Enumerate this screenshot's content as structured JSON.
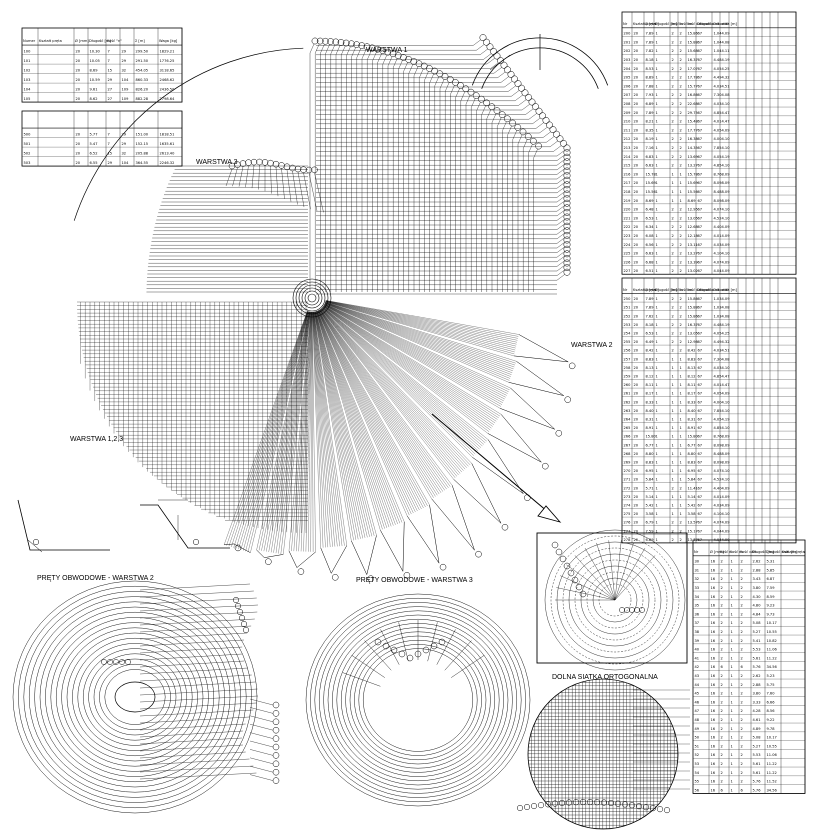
{
  "labels": {
    "warstwa1": "WARSTWA 1",
    "warstwa2": "WARSTWA 2",
    "warstwa3": "WARSTWA 3",
    "warstwa123": "WARSTWA 1,2,3",
    "prety_w2": "PRĘTY OBWODOWE - WARSTWA 2",
    "prety_w3": "PRĘTY OBWODOWE - WARSTWA 3",
    "dolna_siatka": "DOLNA SIATKA ORTOGONALNA"
  },
  "tables": {
    "top_left_header": [
      "Numer",
      "Kształt pręta",
      "Ø [mm]",
      "Długość [m]",
      "Ilość \"n\"",
      "Σ [m]",
      "Waga [kg]"
    ],
    "top_left_rows": [
      [
        "100",
        "",
        "20",
        "10.30",
        "7",
        "29",
        "299.50",
        "1829.21"
      ],
      [
        "101",
        "",
        "20",
        "10.05",
        "7",
        "29",
        "291.50",
        "1776.25"
      ],
      [
        "102",
        "",
        "20",
        "8.69",
        "15",
        "32",
        "454.05",
        "3118.65"
      ],
      [
        "103",
        "",
        "20",
        "10.59",
        "29",
        "104",
        "860.33",
        "2468.62"
      ],
      [
        "104",
        "",
        "20",
        "9.61",
        "27",
        "109",
        "826.20",
        "2436.50"
      ],
      [
        "105",
        "",
        "20",
        "8.62",
        "27",
        "109",
        "882.28",
        "2798.64"
      ]
    ],
    "top_left_rows_b": [
      [
        "500",
        "",
        "20",
        "5.77",
        "7",
        "29",
        "151.00",
        "1818.51"
      ],
      [
        "501",
        "",
        "20",
        "5.47",
        "7",
        "29",
        "152.15",
        "1635.61"
      ],
      [
        "502",
        "",
        "20",
        "6.52",
        "15",
        "32",
        "205.88",
        "2613.40"
      ],
      [
        "503",
        "",
        "20",
        "6.55",
        "29",
        "104",
        "364.55",
        "2246.32"
      ]
    ],
    "right_header": [
      "Nr",
      "Kształt pręta",
      "Ø [mm]",
      "Długość [m]",
      "Ilość n",
      "Ilość m",
      "Ilość całkowita",
      "Długość całkowita [m]",
      "Gat. stali",
      "Numery segmentów",
      "Uwagi"
    ],
    "right_top_rows": [
      [
        "200",
        "20",
        "7.89",
        "1",
        "2",
        "2",
        "15.86",
        "67",
        "1.04",
        "4.09"
      ],
      [
        "201",
        "20",
        "7.89",
        "1",
        "2",
        "2",
        "15.88",
        "67",
        "1.04",
        "4.08"
      ],
      [
        "202",
        "20",
        "7.82",
        "1",
        "2",
        "2",
        "15.68",
        "67",
        "1.04",
        "4.11"
      ],
      [
        "203",
        "20",
        "8.18",
        "1",
        "2",
        "2",
        "16.37",
        "67",
        "4.48",
        "4.19"
      ],
      [
        "204",
        "20",
        "8.53",
        "1",
        "2",
        "2",
        "17.07",
        "67",
        "4.05",
        "4.25"
      ],
      [
        "205",
        "20",
        "8.89",
        "1",
        "2",
        "2",
        "17.78",
        "67",
        "4.49",
        "4.32"
      ],
      [
        "206",
        "20",
        "7.88",
        "1",
        "2",
        "2",
        "15.77",
        "67",
        "4.03",
        "4.51"
      ],
      [
        "207",
        "20",
        "7.93",
        "1",
        "2",
        "2",
        "16.86",
        "67",
        "7.30",
        "4.08"
      ],
      [
        "208",
        "20",
        "6.89",
        "1",
        "2",
        "2",
        "22.68",
        "67",
        "4.03",
        "4.10"
      ],
      [
        "209",
        "20",
        "7.89",
        "1",
        "2",
        "2",
        "29.75",
        "67",
        "4.85",
        "4.47"
      ],
      [
        "210",
        "20",
        "8.21",
        "1",
        "2",
        "2",
        "15.48",
        "67",
        "4.01",
        "4.47"
      ],
      [
        "211",
        "20",
        "8.35",
        "1",
        "2",
        "2",
        "17.77",
        "67",
        "4.05",
        "4.09"
      ],
      [
        "212",
        "20",
        "8.19",
        "1",
        "2",
        "2",
        "16.38",
        "67",
        "4.00",
        "4.10"
      ],
      [
        "213",
        "20",
        "7.16",
        "1",
        "2",
        "2",
        "14.35",
        "67",
        "7.85",
        "4.10"
      ],
      [
        "214",
        "20",
        "6.83",
        "1",
        "2",
        "2",
        "13.69",
        "67",
        "4.05",
        "4.19"
      ],
      [
        "215",
        "20",
        "6.63",
        "1",
        "2",
        "2",
        "13.27",
        "67",
        "4.85",
        "4.10"
      ],
      [
        "216",
        "20",
        "15.78",
        "1",
        "1",
        "1",
        "15.78",
        "67",
        "8.76",
        "8.09"
      ],
      [
        "217",
        "20",
        "15.69",
        "1",
        "1",
        "1",
        "15.69",
        "67",
        "8.09",
        "8.09"
      ],
      [
        "218",
        "20",
        "15.56",
        "1",
        "1",
        "1",
        "15.56",
        "67",
        "8.48",
        "8.09"
      ],
      [
        "219",
        "20",
        "8.69",
        "1",
        "1",
        "1",
        "8.69",
        "67",
        "8.09",
        "8.09"
      ],
      [
        "220",
        "20",
        "6.48",
        "1",
        "2",
        "2",
        "12.95",
        "67",
        "4.07",
        "4.10"
      ],
      [
        "221",
        "20",
        "6.53",
        "1",
        "2",
        "2",
        "13.05",
        "67",
        "4.52",
        "4.10"
      ],
      [
        "222",
        "20",
        "6.34",
        "1",
        "2",
        "2",
        "12.68",
        "67",
        "4.40",
        "4.09"
      ],
      [
        "223",
        "20",
        "6.08",
        "1",
        "2",
        "2",
        "12.18",
        "67",
        "4.01",
        "4.09"
      ],
      [
        "224",
        "20",
        "6.56",
        "1",
        "2",
        "2",
        "13.11",
        "67",
        "4.03",
        "4.09"
      ],
      [
        "225",
        "20",
        "6.63",
        "1",
        "2",
        "2",
        "13.27",
        "67",
        "4.10",
        "4.10"
      ],
      [
        "226",
        "20",
        "6.68",
        "1",
        "2",
        "2",
        "13.39",
        "67",
        "4.07",
        "4.09"
      ],
      [
        "227",
        "20",
        "6.51",
        "1",
        "2",
        "2",
        "13.02",
        "67",
        "4.04",
        "4.09"
      ]
    ],
    "right_mid_rows": [
      [
        "250",
        "20",
        "7.89",
        "1",
        "2",
        "2",
        "15.86",
        "67",
        "1.03",
        "4.09"
      ],
      [
        "251",
        "20",
        "7.89",
        "1",
        "2",
        "2",
        "15.88",
        "67",
        "1.03",
        "4.08"
      ],
      [
        "252",
        "20",
        "7.62",
        "1",
        "2",
        "2",
        "15.86",
        "67",
        "1.03",
        "4.08"
      ],
      [
        "253",
        "20",
        "8.18",
        "1",
        "2",
        "2",
        "16.37",
        "67",
        "4.48",
        "4.19"
      ],
      [
        "254",
        "20",
        "6.53",
        "1",
        "2",
        "2",
        "13.05",
        "67",
        "4.05",
        "4.25"
      ],
      [
        "255",
        "20",
        "6.49",
        "1",
        "2",
        "2",
        "12.98",
        "67",
        "4.49",
        "4.32"
      ],
      [
        "256",
        "20",
        "8.42",
        "1",
        "2",
        "2",
        "8.42",
        "67",
        "4.03",
        "4.51"
      ],
      [
        "257",
        "20",
        "8.83",
        "1",
        "1",
        "1",
        "8.83",
        "67",
        "7.30",
        "4.08"
      ],
      [
        "258",
        "20",
        "8.13",
        "1",
        "1",
        "1",
        "8.13",
        "67",
        "4.03",
        "4.10"
      ],
      [
        "259",
        "20",
        "8.12",
        "1",
        "1",
        "1",
        "8.12",
        "67",
        "4.85",
        "4.47"
      ],
      [
        "260",
        "20",
        "8.11",
        "1",
        "1",
        "1",
        "8.11",
        "67",
        "4.01",
        "4.47"
      ],
      [
        "261",
        "20",
        "8.17",
        "1",
        "1",
        "1",
        "8.17",
        "67",
        "4.05",
        "4.09"
      ],
      [
        "262",
        "20",
        "8.33",
        "1",
        "1",
        "1",
        "8.33",
        "67",
        "4.00",
        "4.10"
      ],
      [
        "263",
        "20",
        "8.40",
        "1",
        "1",
        "1",
        "8.40",
        "67",
        "7.85",
        "4.10"
      ],
      [
        "264",
        "20",
        "8.31",
        "1",
        "1",
        "1",
        "8.31",
        "67",
        "4.05",
        "4.19"
      ],
      [
        "265",
        "20",
        "8.91",
        "1",
        "1",
        "1",
        "8.91",
        "67",
        "4.85",
        "4.10"
      ],
      [
        "266",
        "20",
        "15.80",
        "1",
        "1",
        "1",
        "15.80",
        "67",
        "8.76",
        "8.09"
      ],
      [
        "267",
        "20",
        "6.77",
        "1",
        "1",
        "1",
        "6.77",
        "67",
        "8.09",
        "8.09"
      ],
      [
        "268",
        "20",
        "8.80",
        "1",
        "1",
        "1",
        "8.80",
        "67",
        "8.48",
        "8.09"
      ],
      [
        "269",
        "20",
        "8.83",
        "1",
        "1",
        "1",
        "8.83",
        "67",
        "8.09",
        "8.09"
      ],
      [
        "270",
        "20",
        "6.95",
        "1",
        "1",
        "1",
        "6.95",
        "67",
        "4.07",
        "4.10"
      ],
      [
        "271",
        "20",
        "5.84",
        "1",
        "1",
        "1",
        "5.84",
        "67",
        "4.52",
        "4.10"
      ],
      [
        "272",
        "20",
        "5.71",
        "1",
        "2",
        "2",
        "11.41",
        "67",
        "4.40",
        "4.09"
      ],
      [
        "273",
        "20",
        "5.14",
        "1",
        "1",
        "1",
        "5.14",
        "67",
        "4.01",
        "4.09"
      ],
      [
        "274",
        "20",
        "5.42",
        "1",
        "1",
        "1",
        "5.42",
        "67",
        "4.03",
        "4.09"
      ],
      [
        "275",
        "20",
        "3.58",
        "1",
        "1",
        "1",
        "3.58",
        "67",
        "4.10",
        "4.10"
      ],
      [
        "276",
        "20",
        "6.79",
        "1",
        "2",
        "2",
        "13.57",
        "67",
        "4.07",
        "4.09"
      ],
      [
        "277",
        "20",
        "7.59",
        "1",
        "2",
        "2",
        "15.17",
        "67",
        "4.04",
        "4.09"
      ],
      [
        "278",
        "20",
        "6.89",
        "1",
        "2",
        "2",
        "13.77",
        "67",
        "4.04",
        "4.09"
      ]
    ],
    "right_bottom_header": [
      "Nr",
      "Ø [mm]",
      "Ilość n",
      "Ilość m",
      "Ilość całk.",
      "Długość [m]",
      "Długość całk. [m]",
      "Kształt pręta"
    ],
    "right_bottom_rows": [
      [
        "30",
        "16",
        "2",
        "1",
        "2",
        "2.62",
        "5.31"
      ],
      [
        "31",
        "16",
        "2",
        "1",
        "2",
        "2.88",
        "5.85"
      ],
      [
        "32",
        "16",
        "2",
        "1",
        "2",
        "3.43",
        "6.87"
      ],
      [
        "33",
        "16",
        "2",
        "1",
        "2",
        "3.80",
        "7.59"
      ],
      [
        "34",
        "16",
        "2",
        "1",
        "2",
        "4.30",
        "8.59"
      ],
      [
        "35",
        "16",
        "2",
        "1",
        "2",
        "4.80",
        "9.23"
      ],
      [
        "36",
        "16",
        "2",
        "1",
        "2",
        "4.84",
        "9.73"
      ],
      [
        "37",
        "16",
        "2",
        "1",
        "2",
        "5.08",
        "10.17"
      ],
      [
        "38",
        "16",
        "2",
        "1",
        "2",
        "5.27",
        "10.55"
      ],
      [
        "39",
        "16",
        "2",
        "1",
        "2",
        "5.41",
        "10.82"
      ],
      [
        "40",
        "16",
        "2",
        "1",
        "2",
        "5.53",
        "11.06"
      ],
      [
        "41",
        "16",
        "2",
        "1",
        "2",
        "5.61",
        "11.22"
      ],
      [
        "42",
        "16",
        "6",
        "1",
        "6",
        "5.76",
        "34.56"
      ],
      [
        "43",
        "16",
        "2",
        "1",
        "2",
        "2.62",
        "5.23"
      ],
      [
        "44",
        "16",
        "2",
        "1",
        "2",
        "2.88",
        "5.75"
      ],
      [
        "45",
        "16",
        "2",
        "1",
        "2",
        "3.80",
        "7.60"
      ],
      [
        "46",
        "16",
        "2",
        "1",
        "2",
        "3.33",
        "6.66"
      ],
      [
        "47",
        "16",
        "2",
        "1",
        "2",
        "4.28",
        "8.56"
      ],
      [
        "48",
        "16",
        "2",
        "1",
        "2",
        "4.61",
        "9.22"
      ],
      [
        "49",
        "16",
        "2",
        "1",
        "2",
        "4.89",
        "9.78"
      ],
      [
        "50",
        "16",
        "2",
        "1",
        "2",
        "5.08",
        "10.17"
      ],
      [
        "51",
        "16",
        "2",
        "1",
        "2",
        "5.27",
        "10.55"
      ],
      [
        "52",
        "16",
        "2",
        "1",
        "2",
        "5.53",
        "11.06"
      ],
      [
        "53",
        "16",
        "2",
        "1",
        "2",
        "5.61",
        "11.22"
      ],
      [
        "54",
        "16",
        "2",
        "1",
        "2",
        "5.61",
        "11.22"
      ],
      [
        "55",
        "16",
        "2",
        "1",
        "2",
        "5.76",
        "11.52"
      ],
      [
        "56",
        "16",
        "6",
        "1",
        "6",
        "5.76",
        "34.56"
      ]
    ]
  }
}
